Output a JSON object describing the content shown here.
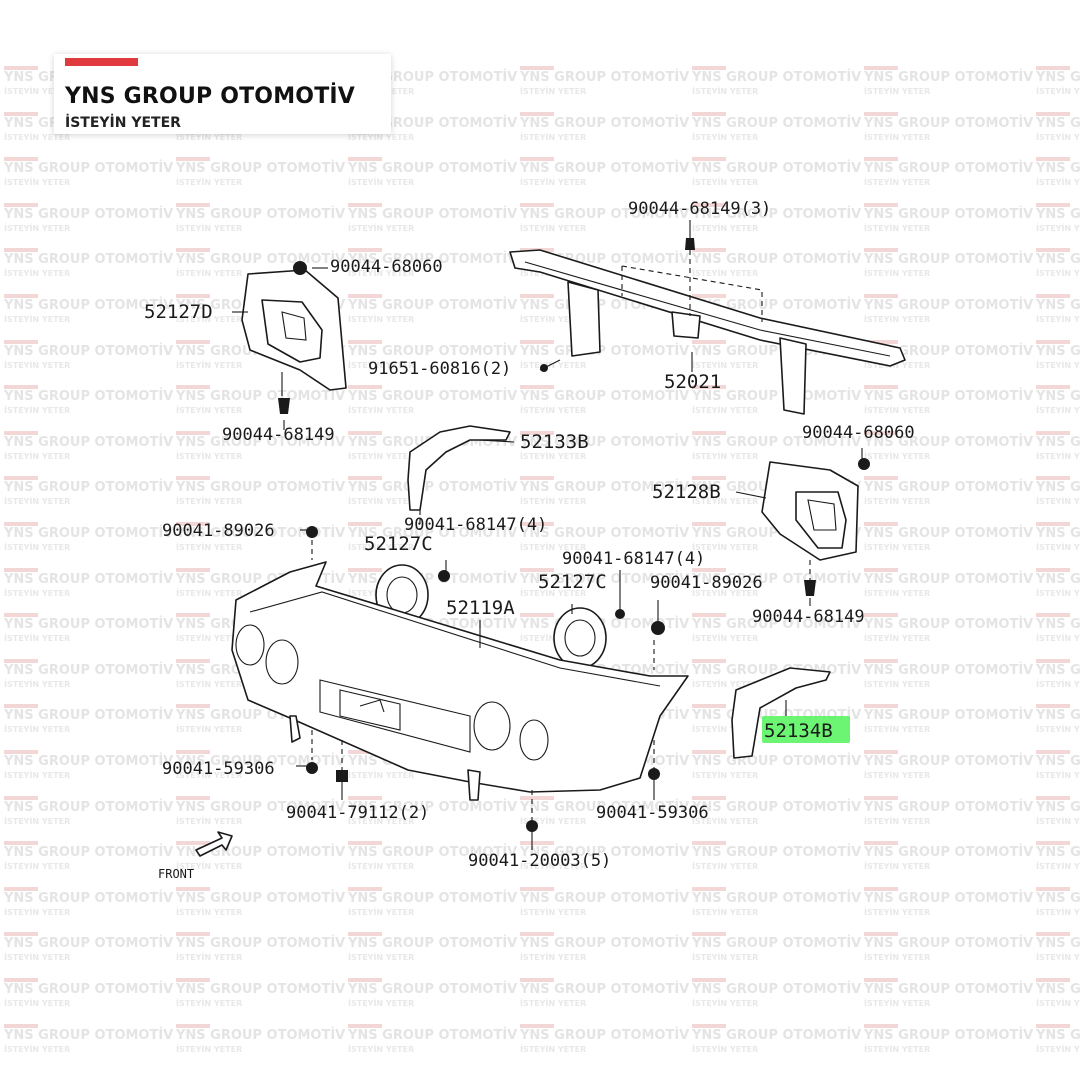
{
  "brand": {
    "name": "YNS GROUP OTOMOTİV",
    "tagline": "İSTEYİN YETER",
    "accent_color": "#e03a3e"
  },
  "watermark": {
    "line1": "YNS GROUP OTOMOTİV",
    "line2": "İSTEYİN YETER"
  },
  "diagram": {
    "highlight_color": "#52f25a",
    "front_label": "FRONT",
    "labels": {
      "p_90044_68149_3": "90044-68149(3)",
      "p_90044_68060_a": "90044-68060",
      "p_52127D": "52127D",
      "p_91651_60816_2": "91651-60816(2)",
      "p_52021": "52021",
      "p_90044_68149_a": "90044-68149",
      "p_52133B": "52133B",
      "p_90044_68060_b": "90044-68060",
      "p_52128B": "52128B",
      "p_90041_89026_a": "90041-89026",
      "p_90041_68147_4_a": "90041-68147(4)",
      "p_52127C_a": "52127C",
      "p_90041_68147_4_b": "90041-68147(4)",
      "p_52127C_b": "52127C",
      "p_90041_89026_b": "90041-89026",
      "p_52119A": "52119A",
      "p_90044_68149_b": "90044-68149",
      "p_52134B": "52134B",
      "p_90041_59306_a": "90041-59306",
      "p_90041_79112_2": "90041-79112(2)",
      "p_90041_59306_b": "90041-59306",
      "p_90041_20003_5": "90041-20003(5)"
    }
  }
}
